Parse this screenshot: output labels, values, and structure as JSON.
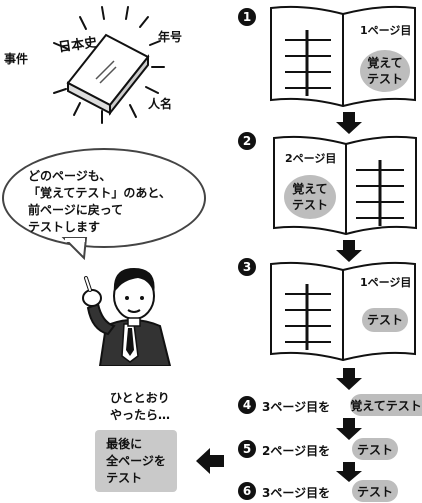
{
  "history_book": {
    "title": "日本史",
    "label_event": "事件",
    "label_year": "年号",
    "label_person": "人名"
  },
  "speech": {
    "lines": [
      "どのページも、",
      "「覚えてテスト」のあと、",
      "前ページに戻って",
      "テストします"
    ]
  },
  "steps": [
    {
      "num": "1",
      "page_label": "1ページ目",
      "action": "覚えて\nテスト"
    },
    {
      "num": "2",
      "page_label": "2ページ目",
      "action": "覚えて\nテスト"
    },
    {
      "num": "3",
      "page_label": "1ページ目",
      "action": "テスト"
    },
    {
      "num": "4",
      "text": "3ページ目を",
      "action": "覚えてテスト"
    },
    {
      "num": "5",
      "text": "2ページ目を",
      "action": "テスト"
    },
    {
      "num": "6",
      "text": "3ページ目を",
      "action": "テスト"
    }
  ],
  "after_note": {
    "lines": [
      "ひととおり",
      "やったら…"
    ]
  },
  "final_box": {
    "lines": [
      "最後に",
      "全ページを",
      "テスト"
    ]
  }
}
